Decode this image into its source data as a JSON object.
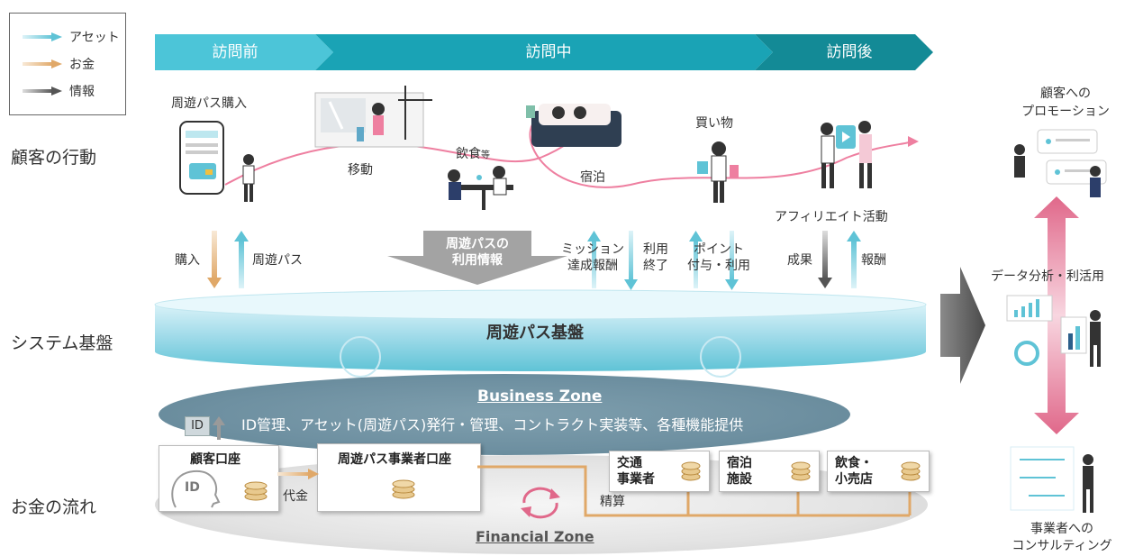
{
  "legend": {
    "items": [
      {
        "label": "アセット",
        "color": "#5fc3d6"
      },
      {
        "label": "お金",
        "color": "#e0a868"
      },
      {
        "label": "情報",
        "color": "#555555"
      }
    ]
  },
  "phases": [
    {
      "label": "訪問前",
      "color": "#4cc5d8"
    },
    {
      "label": "訪問中",
      "color": "#1aa3b5"
    },
    {
      "label": "訪問後",
      "color": "#138a96"
    }
  ],
  "row_titles": {
    "customer": "顧客の行動",
    "system": "システム基盤",
    "money": "お金の流れ"
  },
  "customer_actions": {
    "purchase": "周遊パス購入",
    "move": "移動",
    "food": "飲食",
    "food_etc": "等",
    "stay": "宿泊",
    "shopping": "買い物",
    "affiliate": "アフィリエイト活動"
  },
  "arrows": {
    "buy": "購入",
    "pass": "周遊パス",
    "usage_line1": "周遊パスの",
    "usage_line2": "利用情報",
    "mission_line1": "ミッション",
    "mission_line2": "達成報酬",
    "end_line1": "利用",
    "end_line2": "終了",
    "point_line1": "ポイント",
    "point_line2": "付与・利用",
    "result": "成果",
    "reward": "報酬"
  },
  "system": {
    "platform": "周遊パス基盤",
    "business_zone_title": "Business Zone",
    "business_zone_desc": "ID管理、アセット(周遊パス)発行・管理、コントラクト実装等、各種機能提供",
    "id_tag": "ID",
    "financial_zone_title": "Financial Zone"
  },
  "accounts": {
    "customer": "顧客口座",
    "customer_id": "ID",
    "operator": "周遊パス事業者口座",
    "payment": "代金",
    "settlement": "精算",
    "transport_line1": "交通",
    "transport_line2": "事業者",
    "lodging_line1": "宿泊",
    "lodging_line2": "施設",
    "shop_line1": "飲食・",
    "shop_line2": "小売店"
  },
  "right_panel": {
    "promo_line1": "顧客への",
    "promo_line2": "プロモーション",
    "analytics": "データ分析・利活用",
    "consult_line1": "事業者への",
    "consult_line2": "コンサルティング"
  }
}
